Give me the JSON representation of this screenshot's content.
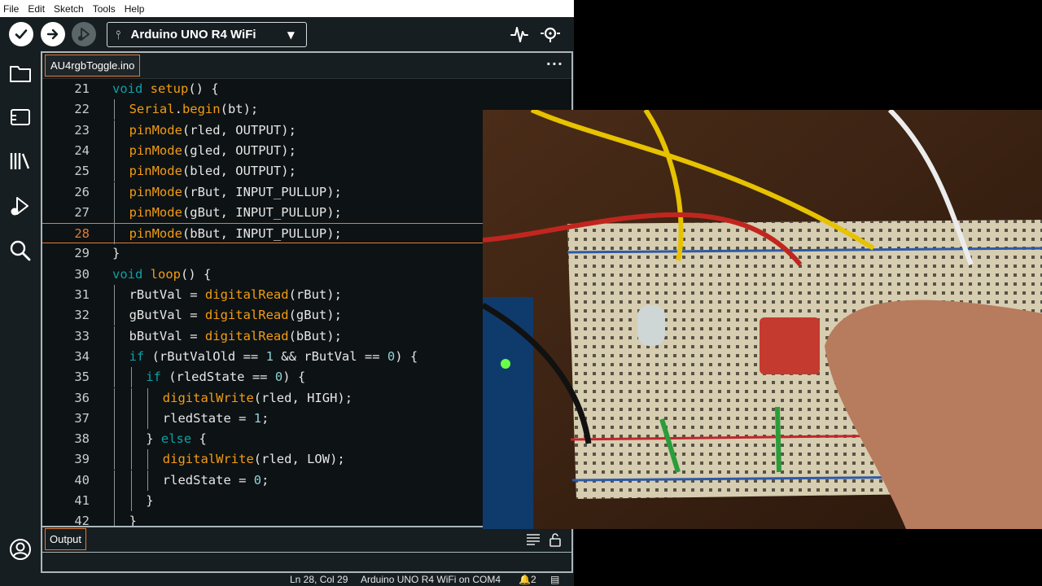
{
  "menu": [
    "File",
    "Edit",
    "Sketch",
    "Tools",
    "Help"
  ],
  "toolbar": {
    "board": "Arduino UNO R4 WiFi",
    "verify_icon": "checkmark-icon",
    "upload_icon": "arrow-right-icon",
    "debug_icon": "debug-play-icon",
    "plotter_icon": "serial-plotter-icon",
    "monitor_icon": "serial-monitor-icon"
  },
  "sidebar": [
    "folder-icon",
    "boards-manager-icon",
    "library-icon",
    "debug-icon",
    "search-icon"
  ],
  "tab": {
    "filename": "AU4rgbToggle.ino",
    "menu_label": "···"
  },
  "code": {
    "active_line": 28,
    "lines": [
      {
        "n": "21",
        "indent": 0,
        "tokens": [
          {
            "t": "void",
            "c": "kw"
          },
          {
            "t": " "
          },
          {
            "t": "setup",
            "c": "fn"
          },
          {
            "t": "() {"
          }
        ]
      },
      {
        "n": "22",
        "indent": 1,
        "tokens": [
          {
            "t": "Serial",
            "c": "fn"
          },
          {
            "t": "."
          },
          {
            "t": "begin",
            "c": "fn"
          },
          {
            "t": "(bt);"
          }
        ]
      },
      {
        "n": "23",
        "indent": 1,
        "tokens": [
          {
            "t": "pinMode",
            "c": "fn"
          },
          {
            "t": "(rled, OUTPUT);"
          }
        ]
      },
      {
        "n": "24",
        "indent": 1,
        "tokens": [
          {
            "t": "pinMode",
            "c": "fn"
          },
          {
            "t": "(gled, OUTPUT);"
          }
        ]
      },
      {
        "n": "25",
        "indent": 1,
        "tokens": [
          {
            "t": "pinMode",
            "c": "fn"
          },
          {
            "t": "(bled, OUTPUT);"
          }
        ]
      },
      {
        "n": "26",
        "indent": 1,
        "tokens": [
          {
            "t": "pinMode",
            "c": "fn"
          },
          {
            "t": "(rBut, INPUT_PULLUP);"
          }
        ]
      },
      {
        "n": "27",
        "indent": 1,
        "tokens": [
          {
            "t": "pinMode",
            "c": "fn"
          },
          {
            "t": "(gBut, INPUT_PULLUP);"
          }
        ]
      },
      {
        "n": "28",
        "indent": 1,
        "tokens": [
          {
            "t": "pinMode",
            "c": "fn"
          },
          {
            "t": "(bBut, INPUT_PULLUP);"
          }
        ]
      },
      {
        "n": "29",
        "indent": 0,
        "tokens": [
          {
            "t": "}"
          }
        ]
      },
      {
        "n": "30",
        "indent": 0,
        "tokens": [
          {
            "t": "void",
            "c": "kw"
          },
          {
            "t": " "
          },
          {
            "t": "loop",
            "c": "fn"
          },
          {
            "t": "() {"
          }
        ]
      },
      {
        "n": "31",
        "indent": 1,
        "tokens": [
          {
            "t": "rButVal = "
          },
          {
            "t": "digitalRead",
            "c": "fn"
          },
          {
            "t": "(rBut);"
          }
        ]
      },
      {
        "n": "32",
        "indent": 1,
        "tokens": [
          {
            "t": "gButVal = "
          },
          {
            "t": "digitalRead",
            "c": "fn"
          },
          {
            "t": "(gBut);"
          }
        ]
      },
      {
        "n": "33",
        "indent": 1,
        "tokens": [
          {
            "t": "bButVal = "
          },
          {
            "t": "digitalRead",
            "c": "fn"
          },
          {
            "t": "(bBut);"
          }
        ]
      },
      {
        "n": "34",
        "indent": 1,
        "tokens": [
          {
            "t": "if",
            "c": "kw"
          },
          {
            "t": " (rButValOld == "
          },
          {
            "t": "1",
            "c": "num"
          },
          {
            "t": " && rButVal == "
          },
          {
            "t": "0",
            "c": "num"
          },
          {
            "t": ") {"
          }
        ]
      },
      {
        "n": "35",
        "indent": 2,
        "tokens": [
          {
            "t": "if",
            "c": "kw"
          },
          {
            "t": " (rledState == "
          },
          {
            "t": "0",
            "c": "num"
          },
          {
            "t": ") {"
          }
        ]
      },
      {
        "n": "36",
        "indent": 3,
        "tokens": [
          {
            "t": "digitalWrite",
            "c": "fn"
          },
          {
            "t": "(rled, HIGH);"
          }
        ]
      },
      {
        "n": "37",
        "indent": 3,
        "tokens": [
          {
            "t": "rledState = "
          },
          {
            "t": "1",
            "c": "num"
          },
          {
            "t": ";"
          }
        ]
      },
      {
        "n": "38",
        "indent": 2,
        "tokens": [
          {
            "t": "} "
          },
          {
            "t": "else",
            "c": "kw"
          },
          {
            "t": " {"
          }
        ]
      },
      {
        "n": "39",
        "indent": 3,
        "tokens": [
          {
            "t": "digitalWrite",
            "c": "fn"
          },
          {
            "t": "(rled, LOW);"
          }
        ]
      },
      {
        "n": "40",
        "indent": 3,
        "tokens": [
          {
            "t": "rledState = "
          },
          {
            "t": "0",
            "c": "num"
          },
          {
            "t": ";"
          }
        ]
      },
      {
        "n": "41",
        "indent": 2,
        "tokens": [
          {
            "t": "}"
          }
        ]
      },
      {
        "n": "42",
        "indent": 1,
        "tokens": [
          {
            "t": "}"
          }
        ]
      }
    ]
  },
  "output": {
    "label": "Output"
  },
  "status": {
    "position": "Ln 28, Col 29",
    "board_port": "Arduino UNO R4 WiFi on COM4",
    "notifications": "2"
  }
}
